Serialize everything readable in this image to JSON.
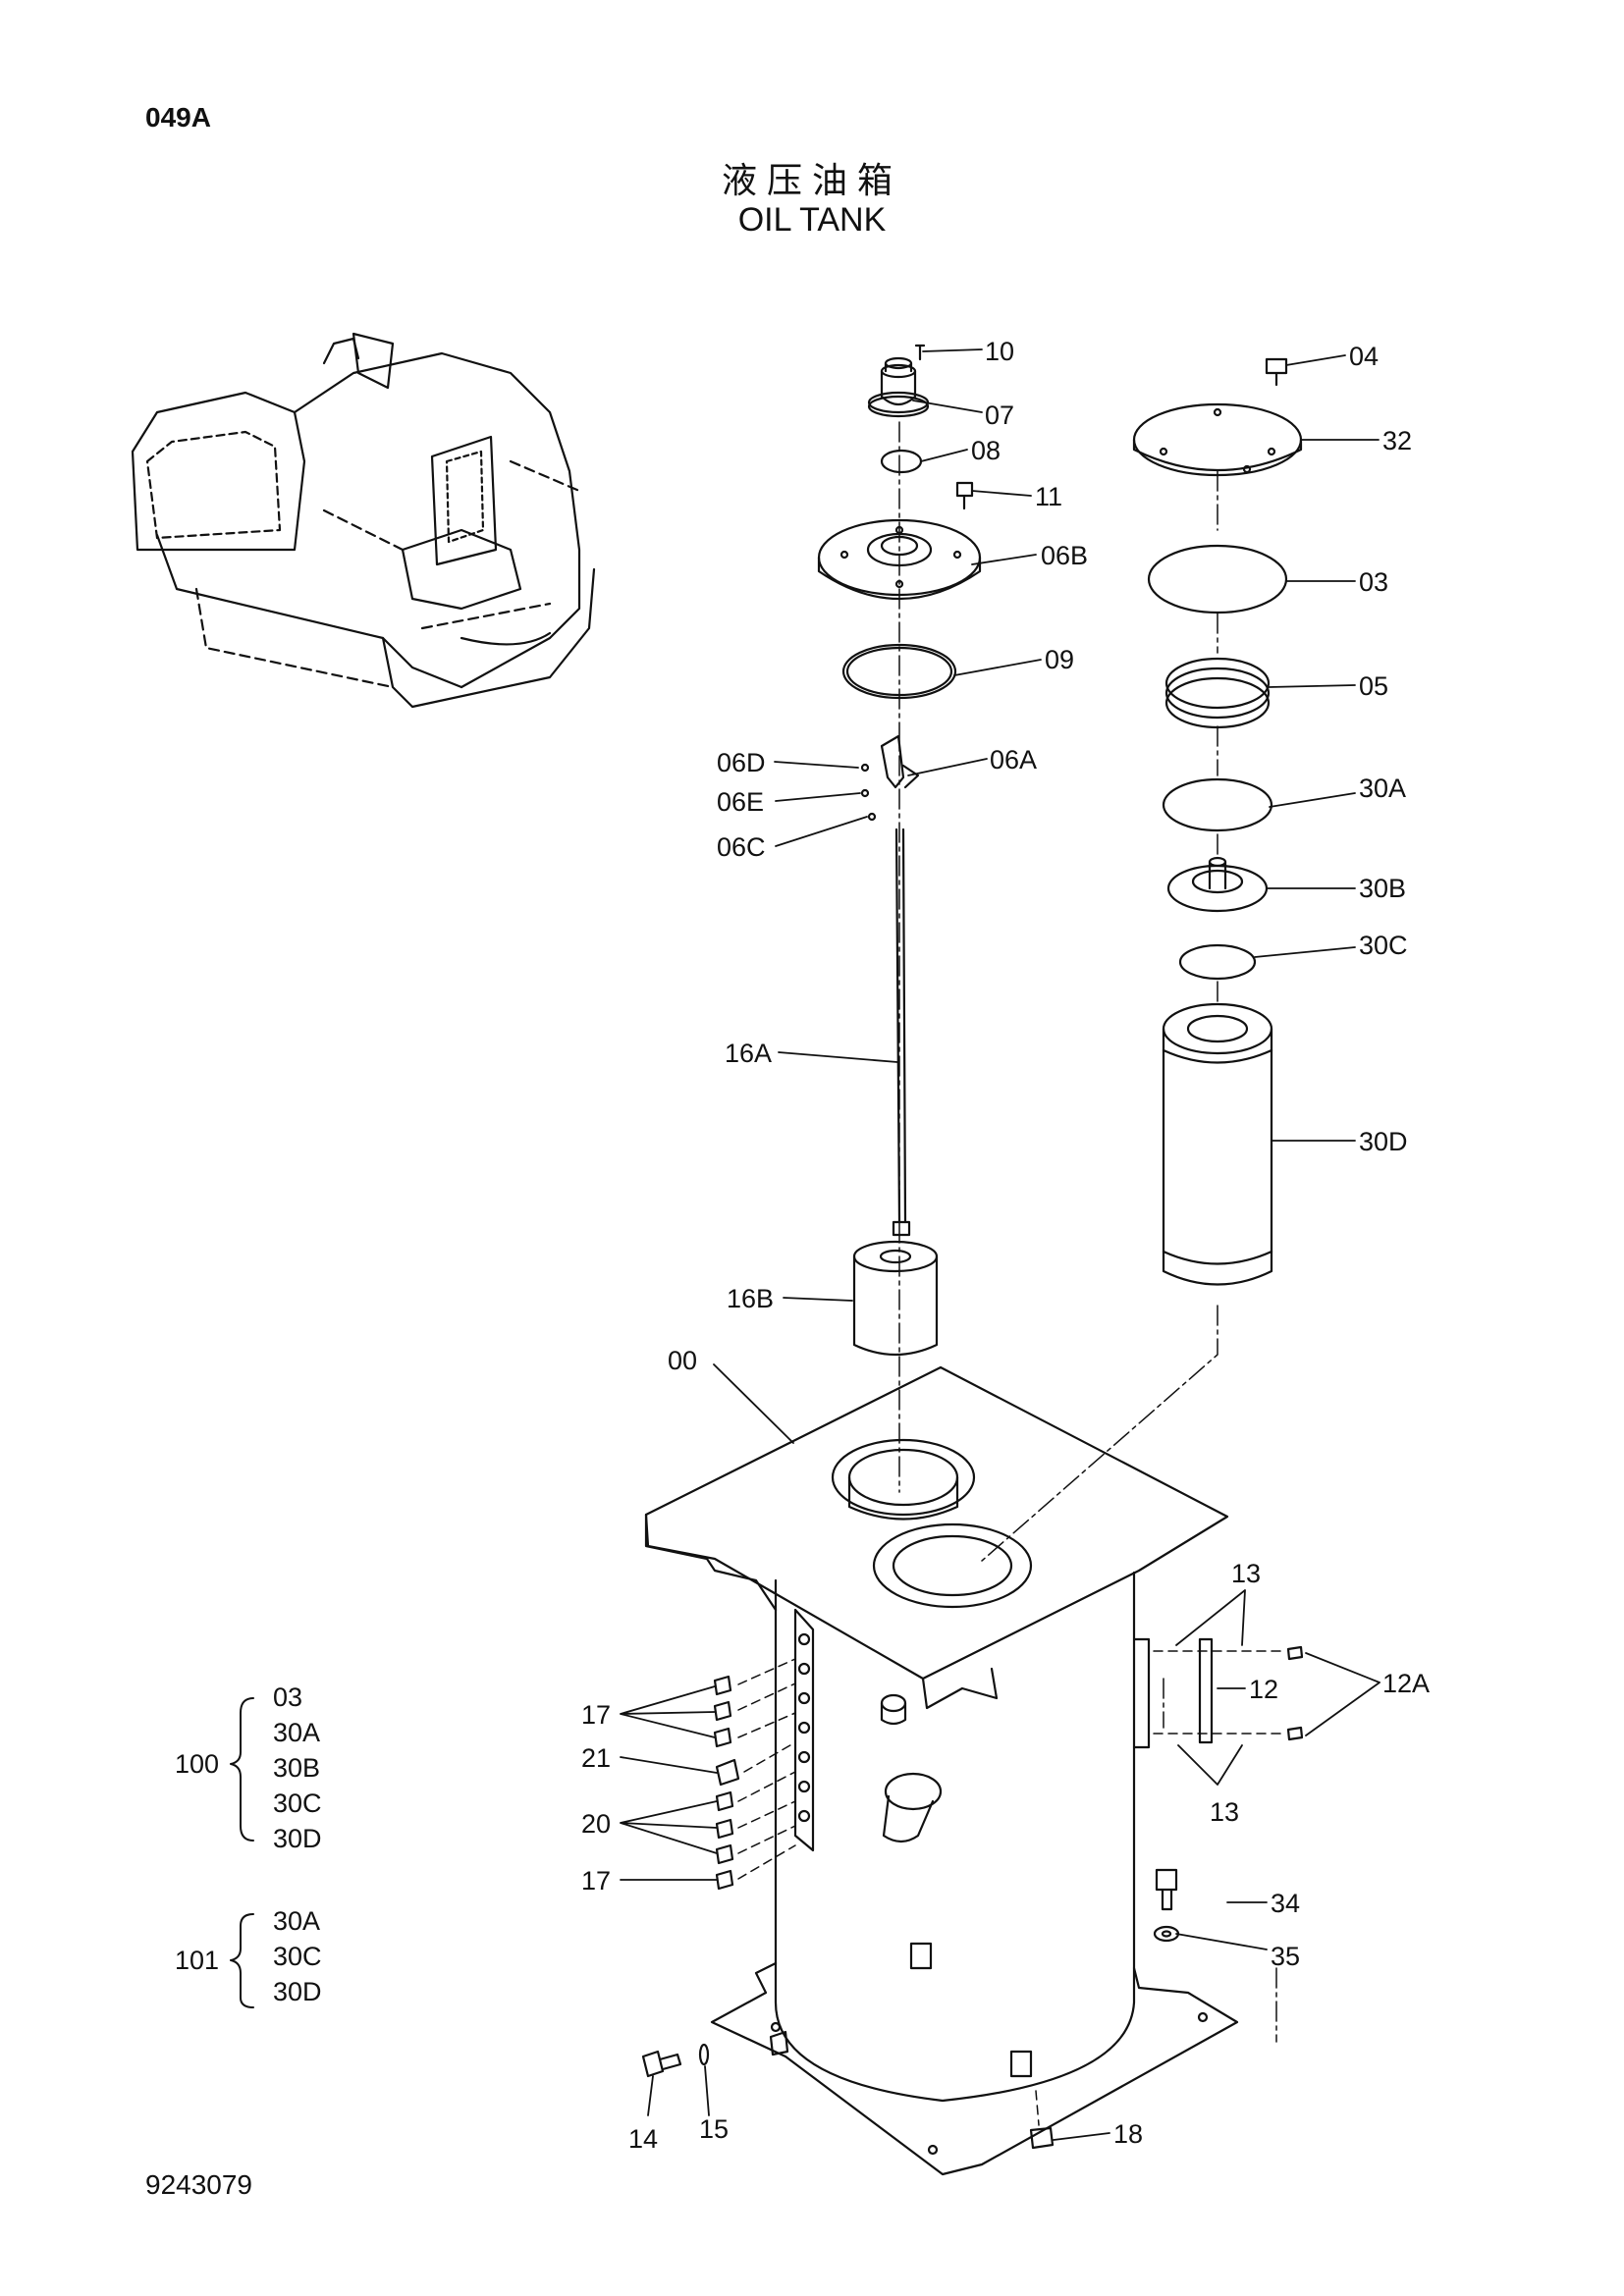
{
  "page_code": "049A",
  "title_cn": "液压油箱",
  "title_en": "OIL TANK",
  "document_number": "9243079",
  "callouts": {
    "p10": "10",
    "p07": "07",
    "p08": "08",
    "p11": "11",
    "p06B": "06B",
    "p09": "09",
    "p06A": "06A",
    "p06D": "06D",
    "p06E": "06E",
    "p06C": "06C",
    "p16A": "16A",
    "p16B": "16B",
    "p00": "00",
    "p04": "04",
    "p32": "32",
    "p03": "03",
    "p05": "05",
    "p30A": "30A",
    "p30B": "30B",
    "p30C": "30C",
    "p30D": "30D",
    "p13a": "13",
    "p13b": "13",
    "p12": "12",
    "p12A": "12A",
    "p17a": "17",
    "p17b": "17",
    "p21": "21",
    "p20": "20",
    "p34": "34",
    "p35": "35",
    "p14": "14",
    "p15": "15",
    "p18": "18"
  },
  "kits": [
    {
      "number": "100",
      "parts": [
        "03",
        "30A",
        "30B",
        "30C",
        "30D"
      ]
    },
    {
      "number": "101",
      "parts": [
        "30A",
        "30C",
        "30D"
      ]
    }
  ]
}
